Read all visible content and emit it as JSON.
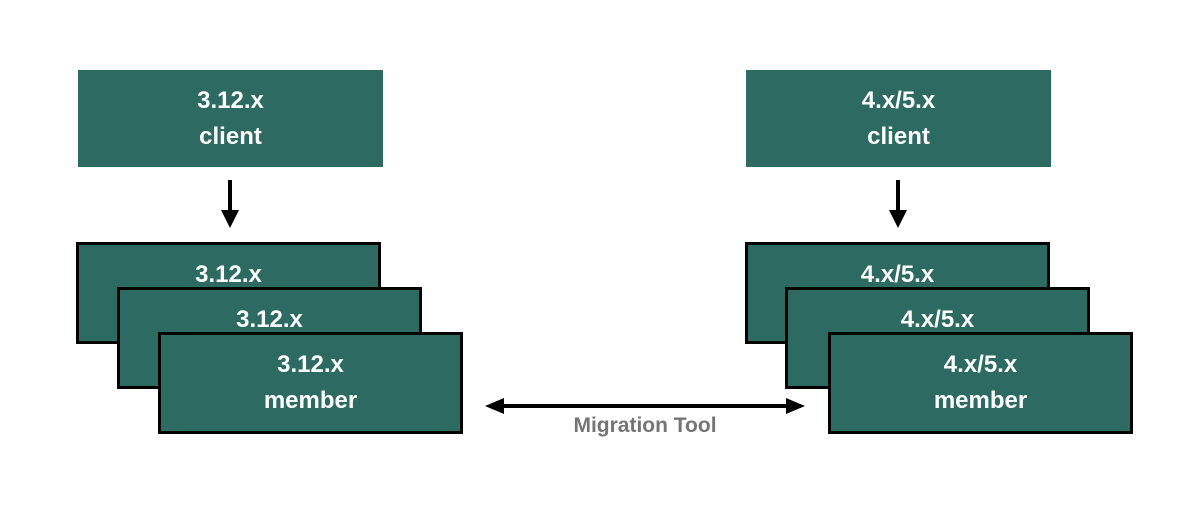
{
  "colors": {
    "box_fill": "#2D6A62",
    "box_text": "#FFFFFF",
    "border": "#000000",
    "arrow": "#000000",
    "label_text": "#757575",
    "bg": "#FFFFFF"
  },
  "left": {
    "client": {
      "line1": "3.12.x",
      "line2": "client"
    },
    "stack": [
      {
        "line1": "3.12.x",
        "line2": ""
      },
      {
        "line1": "3.12.x",
        "line2": ""
      },
      {
        "line1": "3.12.x",
        "line2": "member"
      }
    ]
  },
  "right": {
    "client": {
      "line1": "4.x/5.x",
      "line2": "client"
    },
    "stack": [
      {
        "line1": "4.x/5.x",
        "line2": ""
      },
      {
        "line1": "4.x/5.x",
        "line2": ""
      },
      {
        "line1": "4.x/5.x",
        "line2": "member"
      }
    ]
  },
  "center": {
    "label": "Migration Tool"
  },
  "icons": {
    "down_arrow": "↓",
    "double_arrow": "↔"
  }
}
